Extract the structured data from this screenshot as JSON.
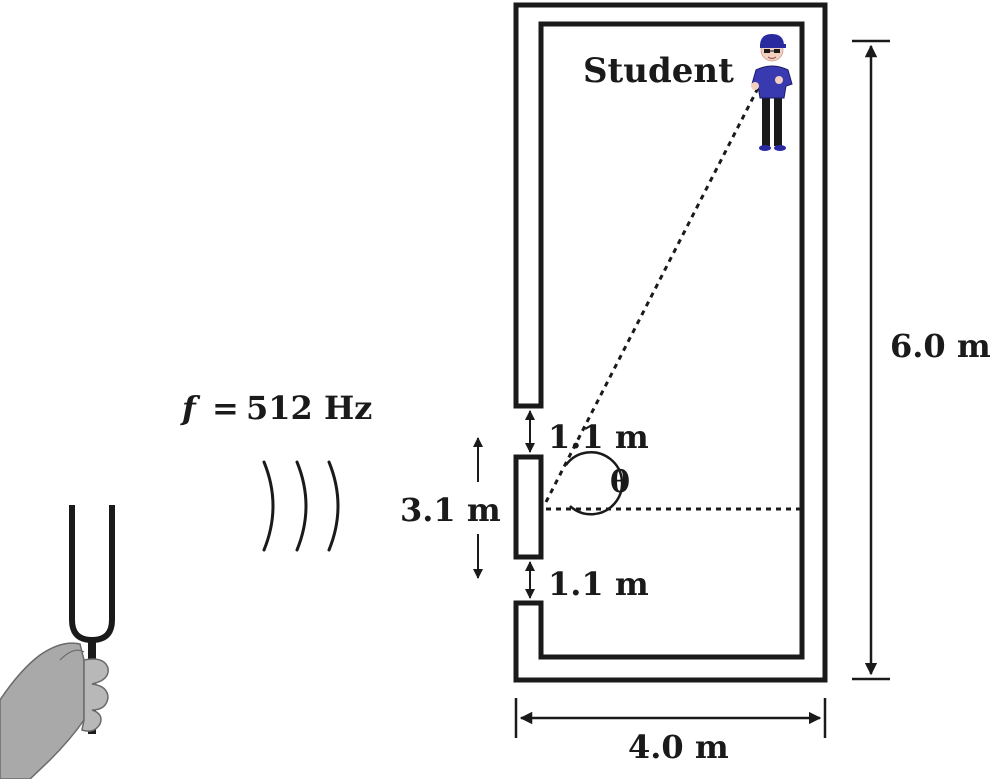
{
  "frequency": {
    "symbol": "f",
    "equals": "=",
    "value": "512 Hz"
  },
  "labels": {
    "student": "Student",
    "angle": "θ",
    "gap_top": "1.1 m",
    "gap_bottom": "1.1 m",
    "opening": "3.1 m",
    "room_height": "6.0 m",
    "room_width": "4.0 m"
  },
  "colors": {
    "line": "#1a1a1a",
    "student_shirt": "#3a3ab0",
    "student_cap": "#2a2aa0",
    "hand": "#a9a9a9"
  },
  "icons": {
    "source": "tuning-fork-icon",
    "observer": "student-icon",
    "waves": "sound-wave-icon"
  }
}
